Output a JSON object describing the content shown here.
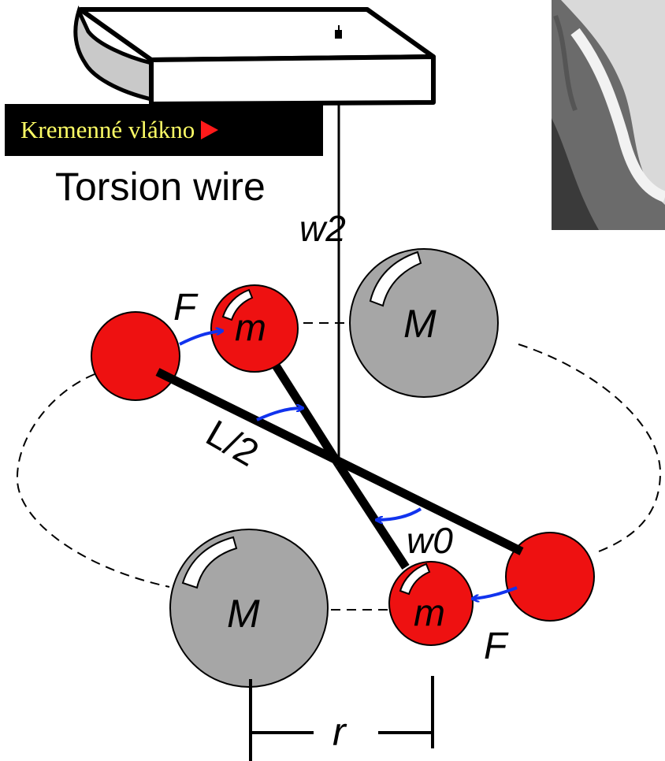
{
  "banner": {
    "text": "Kremenné vlákno",
    "text_color": "#ffff66",
    "background": "#000000",
    "arrow_color": "#ff1a1a",
    "arrow_icon": "play-arrow-icon"
  },
  "labels": {
    "torsion_wire": "Torsion wire",
    "w2": "w2",
    "w0": "w0",
    "f_top": "F",
    "f_bottom": "F",
    "m_top": "m",
    "m_bottom": "m",
    "big_m_top": "M",
    "big_m_bottom": "M",
    "half_length": "L/2",
    "distance": "r"
  },
  "colors": {
    "small_mass": "#ee1111",
    "large_mass": "#a6a6a6",
    "force_arrow": "#1133ee",
    "rod": "#000000"
  }
}
